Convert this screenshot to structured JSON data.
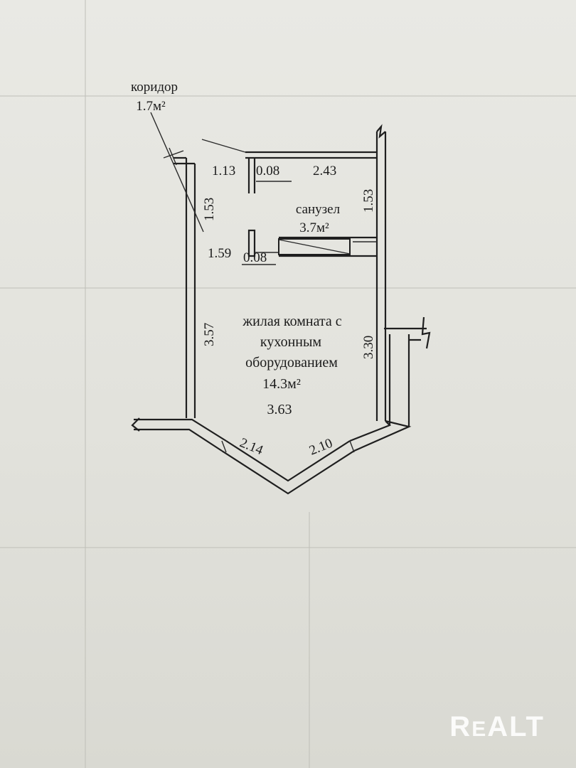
{
  "plan": {
    "corridor": {
      "label": "коридор",
      "area": "1.7м²"
    },
    "bathroom": {
      "label": "санузел",
      "area": "3.7м²"
    },
    "living": {
      "line1": "жилая комната с",
      "line2": "кухонным",
      "line3": "оборудованием",
      "area": "14.3м²",
      "width": "3.63"
    },
    "dims": {
      "d_1_13": "1.13",
      "d_0_08_top": "0.08",
      "d_2_43": "2.43",
      "d_1_53_left": "1.53",
      "d_1_53_right": "1.53",
      "d_1_59": "1.59",
      "d_0_08_bottom": "0.08",
      "d_3_57": "3.57",
      "d_3_30": "3.30",
      "d_2_14": "2.14",
      "d_2_10": "2.10"
    }
  },
  "watermark": {
    "text_r": "R",
    "text_e": "E",
    "text_alt": "ALT"
  }
}
